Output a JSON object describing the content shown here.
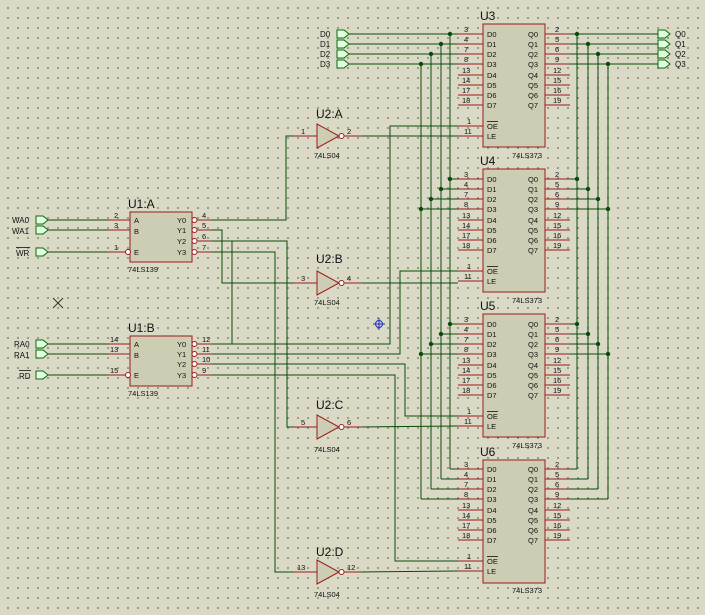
{
  "latch_pins_left": [
    {
      "num": "3",
      "name": "D0"
    },
    {
      "num": "4",
      "name": "D1"
    },
    {
      "num": "7",
      "name": "D2"
    },
    {
      "num": "8",
      "name": "D3"
    },
    {
      "num": "13",
      "name": "D4"
    },
    {
      "num": "14",
      "name": "D5"
    },
    {
      "num": "17",
      "name": "D6"
    },
    {
      "num": "18",
      "name": "D7"
    }
  ],
  "latch_pins_right": [
    {
      "num": "2",
      "name": "Q0"
    },
    {
      "num": "5",
      "name": "Q1"
    },
    {
      "num": "6",
      "name": "Q2"
    },
    {
      "num": "9",
      "name": "Q3"
    },
    {
      "num": "12",
      "name": "Q4"
    },
    {
      "num": "15",
      "name": "Q5"
    },
    {
      "num": "16",
      "name": "Q6"
    },
    {
      "num": "19",
      "name": "Q7"
    }
  ],
  "latch_ctrl": [
    {
      "num": "1",
      "name": "OE"
    },
    {
      "num": "11",
      "name": "LE"
    }
  ],
  "latches": [
    {
      "ref": "U3",
      "part": "74LS373"
    },
    {
      "ref": "U4",
      "part": "74LS373"
    },
    {
      "ref": "U5",
      "part": "74LS373"
    },
    {
      "ref": "U6",
      "part": "74LS373"
    }
  ],
  "decoders": [
    {
      "ref": "U1:A",
      "part": "74LS139",
      "in_pins": [
        {
          "num": "2",
          "name": "A"
        },
        {
          "num": "3",
          "name": "B"
        },
        {
          "num": "1",
          "name": "E"
        }
      ],
      "out_pins": [
        {
          "num": "4",
          "name": "Y0"
        },
        {
          "num": "5",
          "name": "Y1"
        },
        {
          "num": "6",
          "name": "Y2"
        },
        {
          "num": "7",
          "name": "Y3"
        }
      ]
    },
    {
      "ref": "U1:B",
      "part": "74LS139",
      "in_pins": [
        {
          "num": "14",
          "name": "A"
        },
        {
          "num": "13",
          "name": "B"
        },
        {
          "num": "15",
          "name": "E"
        }
      ],
      "out_pins": [
        {
          "num": "12",
          "name": "Y0"
        },
        {
          "num": "11",
          "name": "Y1"
        },
        {
          "num": "10",
          "name": "Y2"
        },
        {
          "num": "9",
          "name": "Y3"
        }
      ]
    }
  ],
  "inverters": [
    {
      "ref": "U2:A",
      "part": "74LS04",
      "in": "1",
      "out": "2"
    },
    {
      "ref": "U2:B",
      "part": "74LS04",
      "in": "3",
      "out": "4"
    },
    {
      "ref": "U2:C",
      "part": "74LS04",
      "in": "5",
      "out": "6"
    },
    {
      "ref": "U2:D",
      "part": "74LS04",
      "in": "13",
      "out": "12"
    }
  ],
  "inputs_data": [
    "D0",
    "D1",
    "D2",
    "D3"
  ],
  "outputs_q": [
    "Q0",
    "Q1",
    "Q2",
    "Q3"
  ],
  "inputs_write": [
    "WA0",
    "WA1",
    "WR"
  ],
  "inputs_read": [
    "RA0",
    "RA1",
    "RD"
  ]
}
